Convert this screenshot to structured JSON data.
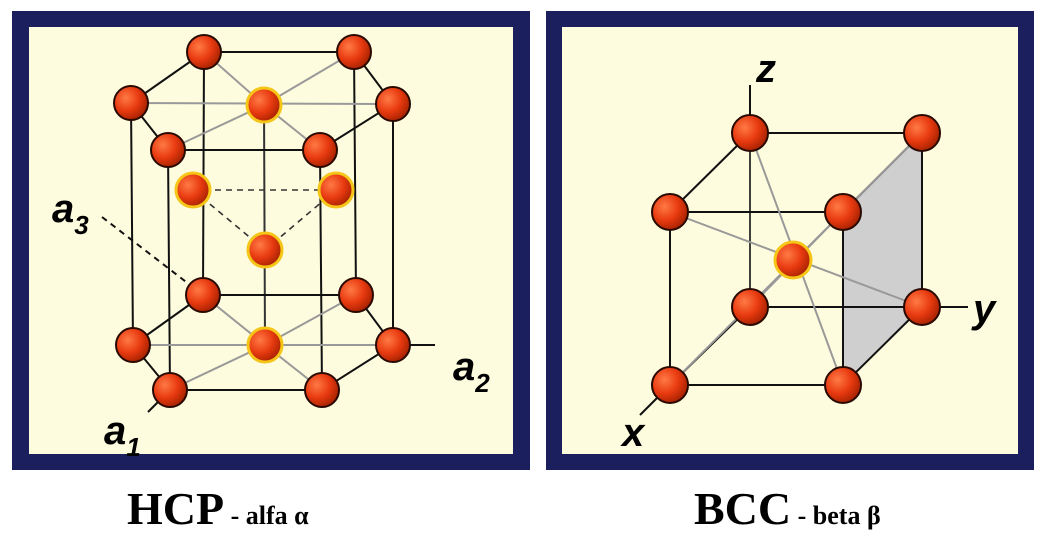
{
  "hcp": {
    "caption_main": "HCP",
    "caption_suffix": " - alfa α",
    "axes": {
      "a1": "a",
      "a1_sub": "1",
      "a2": "a",
      "a2_sub": "2",
      "a3": "a",
      "a3_sub": "3"
    }
  },
  "bcc": {
    "caption_main": "BCC",
    "caption_suffix": " - beta β",
    "axes": {
      "x": "x",
      "y": "y",
      "z": "z"
    }
  },
  "colors": {
    "frame": "#1c1f5e",
    "panel_bg": "#fefcde",
    "atom": "#e83a10",
    "atom_highlight": "#f5c518",
    "bcc_face": "#cfcfcf"
  }
}
